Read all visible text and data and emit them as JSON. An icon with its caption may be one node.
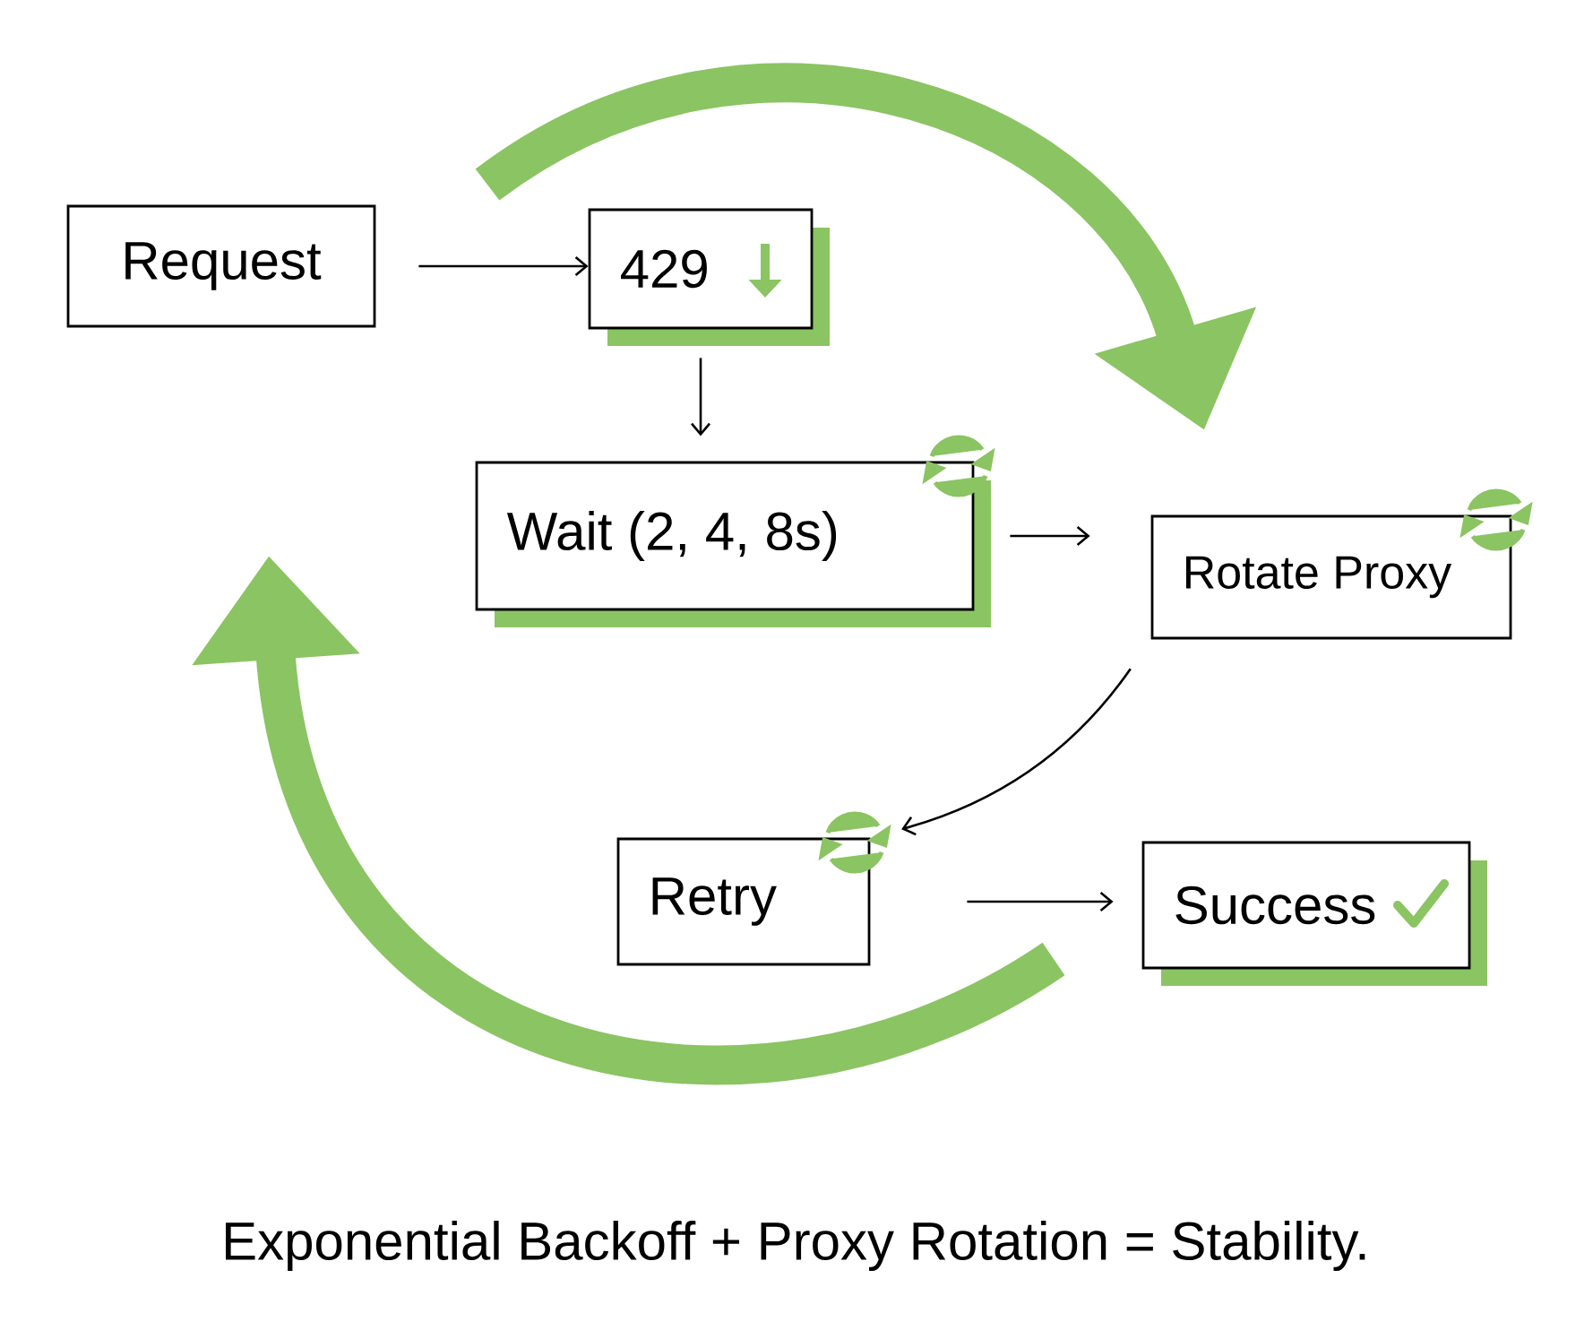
{
  "diagram": {
    "caption": "Exponential Backoff + Proxy Rotation = Stability.",
    "nodes": [
      {
        "text": [
          "Request"
        ]
      },
      {
        "text": [
          "429"
        ]
      },
      {
        "text": [
          "Wait (2, 4, 8s)"
        ]
      },
      {
        "text": [
          "Rotate Proxy"
        ]
      },
      {
        "text": [
          "Retry"
        ]
      },
      {
        "text": [
          "Success"
        ]
      }
    ],
    "edges": [
      {
        "from": 0,
        "to": 1,
        "arrow": "to"
      },
      {
        "from": 1,
        "to": 2,
        "arrow": "to"
      },
      {
        "from": 2,
        "to": 3,
        "arrow": "to"
      },
      {
        "from": 3,
        "to": 4,
        "arrow": "to"
      },
      {
        "from": 4,
        "to": 5,
        "arrow": "to"
      }
    ]
  }
}
